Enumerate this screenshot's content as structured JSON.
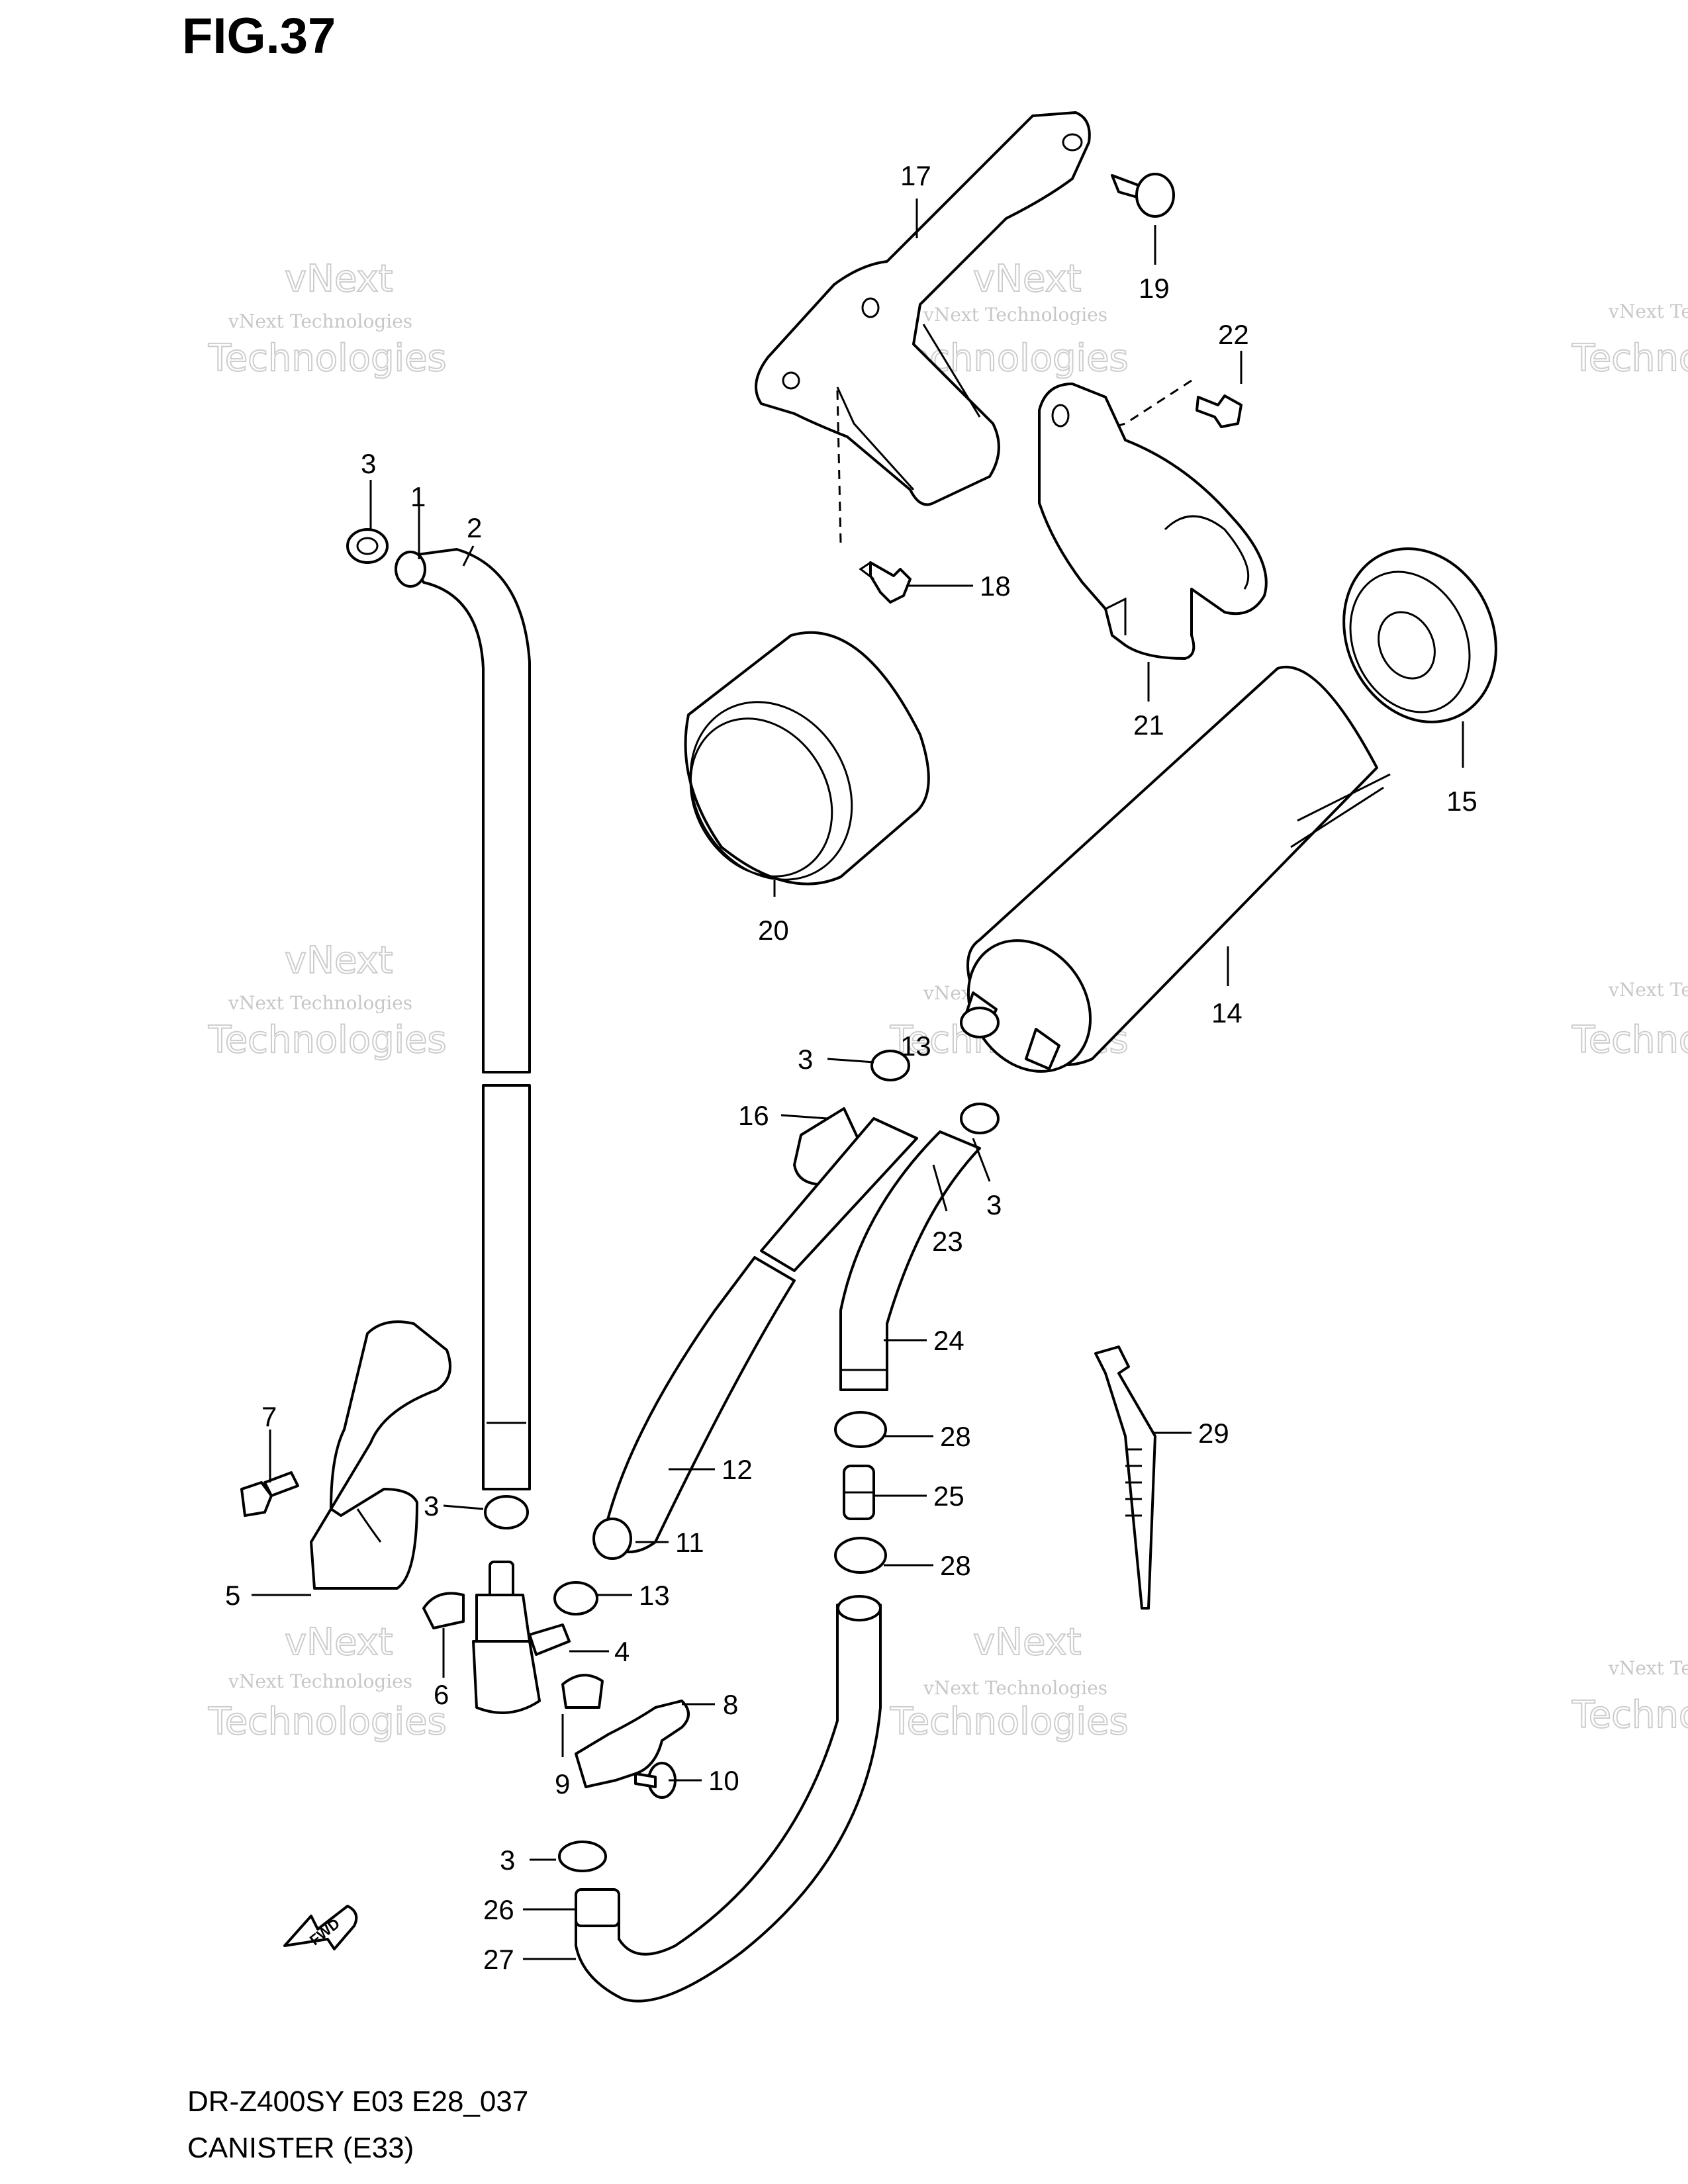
{
  "figure": {
    "title": "FIG.37",
    "footer_model": "DR-Z400SY  E03  E28_037",
    "footer_caption": "CANISTER (E33)"
  },
  "watermark": {
    "line1": "vNext Technologies",
    "line2": "vNext",
    "line3": "Technologies"
  },
  "fwd_label": "FWD",
  "callouts": {
    "c1": "1",
    "c2": "2",
    "c3a": "3",
    "c3b": "3",
    "c3c": "3",
    "c3d": "3",
    "c3e": "3",
    "c4": "4",
    "c5": "5",
    "c6": "6",
    "c7": "7",
    "c8": "8",
    "c9": "9",
    "c10": "10",
    "c11": "11",
    "c12": "12",
    "c13a": "13",
    "c13b": "13",
    "c14": "14",
    "c15": "15",
    "c16": "16",
    "c17": "17",
    "c18": "18",
    "c19": "19",
    "c20": "20",
    "c21": "21",
    "c22": "22",
    "c23": "23",
    "c24": "24",
    "c25": "25",
    "c26": "26",
    "c27": "27",
    "c28a": "28",
    "c28b": "28",
    "c29": "29"
  }
}
